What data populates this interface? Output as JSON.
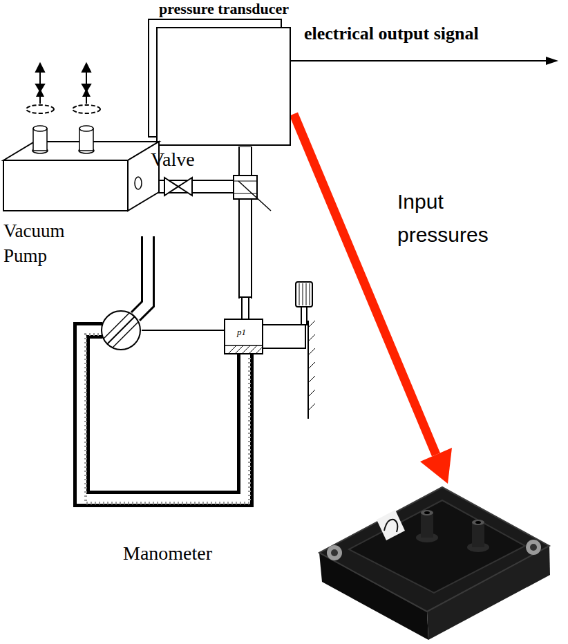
{
  "diagram": {
    "nodes": [
      {
        "text": [
          "pressure transducer"
        ]
      },
      {
        "text": [
          "Vacuum Pump"
        ]
      }
    ],
    "edges": [
      {
        "from": 1,
        "to": 0,
        "arrow": "none"
      }
    ],
    "labels": [
      "electrical output signal",
      "Valve",
      "Input pressures",
      "p1",
      "Manometer"
    ]
  }
}
